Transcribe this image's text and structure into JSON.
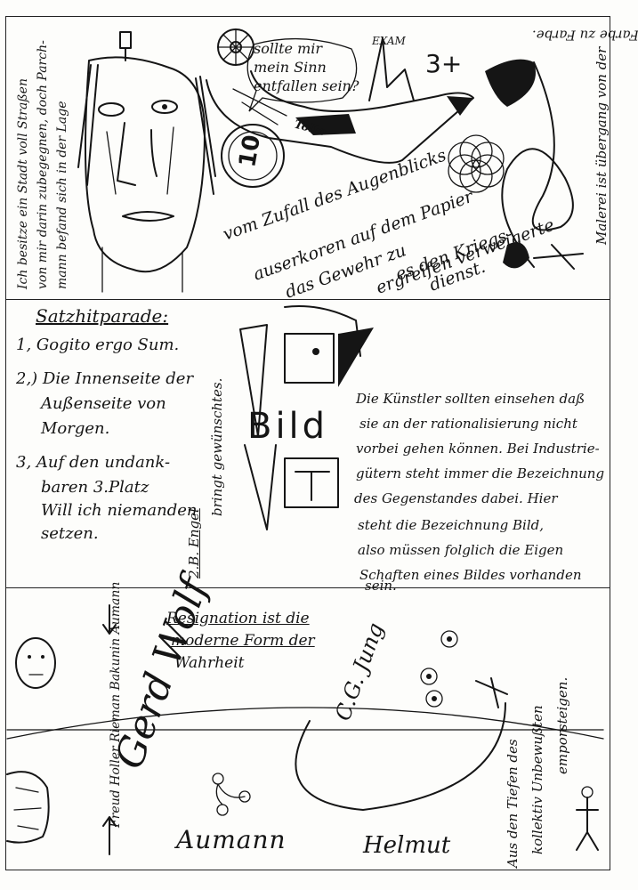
{
  "panel1": {
    "vertical_left": [
      "Ich besitze ein Stadt voll Straßen",
      "von mir darin zubegegnen, doch Parch-",
      "mann befand sich in der Lage"
    ],
    "speech": [
      "sollte mir",
      "mein Sinn",
      "entfallen sein?"
    ],
    "exam_letters": "EXAM",
    "grade": "3+",
    "coin_number": "10",
    "coin_text": "Tolto",
    "chance": [
      "vom Zufall des Augenblicks",
      "auserkoren auf dem Papier"
    ],
    "refused": [
      "das Gewehr zu",
      "ergreifen verweigerte",
      "es den Kriegs-",
      "dienst."
    ],
    "vertical_right": "Malerei ist übergang von der",
    "upside_down": "Farbe zu Farbe."
  },
  "panel2": {
    "heading": "Satzhitparade:",
    "items": [
      "1, Gogito ergo Sum.",
      "2,) Die Innenseite der",
      "Außenseite von",
      "Morgen.",
      "3, Auf den undank-",
      "baren 3.Platz",
      "Will ich niemanden",
      "setzen."
    ],
    "vertical_mid": "bringt gewünschtes.",
    "vertical_engel": "2.B. Engel",
    "bild_word": "Bild",
    "paragraph": [
      "Die Künstler sollten einsehen daß",
      "sie an der rationalisierung nicht",
      "vorbei gehen können. Bei Industrie-",
      "gütern steht immer die Bezeichnung",
      "des Gegenstandes dabei. Hier",
      "steht die Bezeichnung Bild,",
      "also müssen folglich die Eigen",
      "Schaften eines Bildes vorhanden",
      "sein."
    ]
  },
  "panel3": {
    "names_vertical": "Freud Holler Rieman Bakunin Aumann",
    "resignation": [
      "Resignation ist die",
      "moderne Form der",
      "Wahrheit"
    ],
    "signature": "Gerd Wolf",
    "jung": "C.G. Jung",
    "aumann": "Aumann",
    "helmut": "Helmut",
    "depths": [
      "Aus den Tiefen des",
      "kollektiv Unbewußten",
      "emporsteigen."
    ]
  }
}
